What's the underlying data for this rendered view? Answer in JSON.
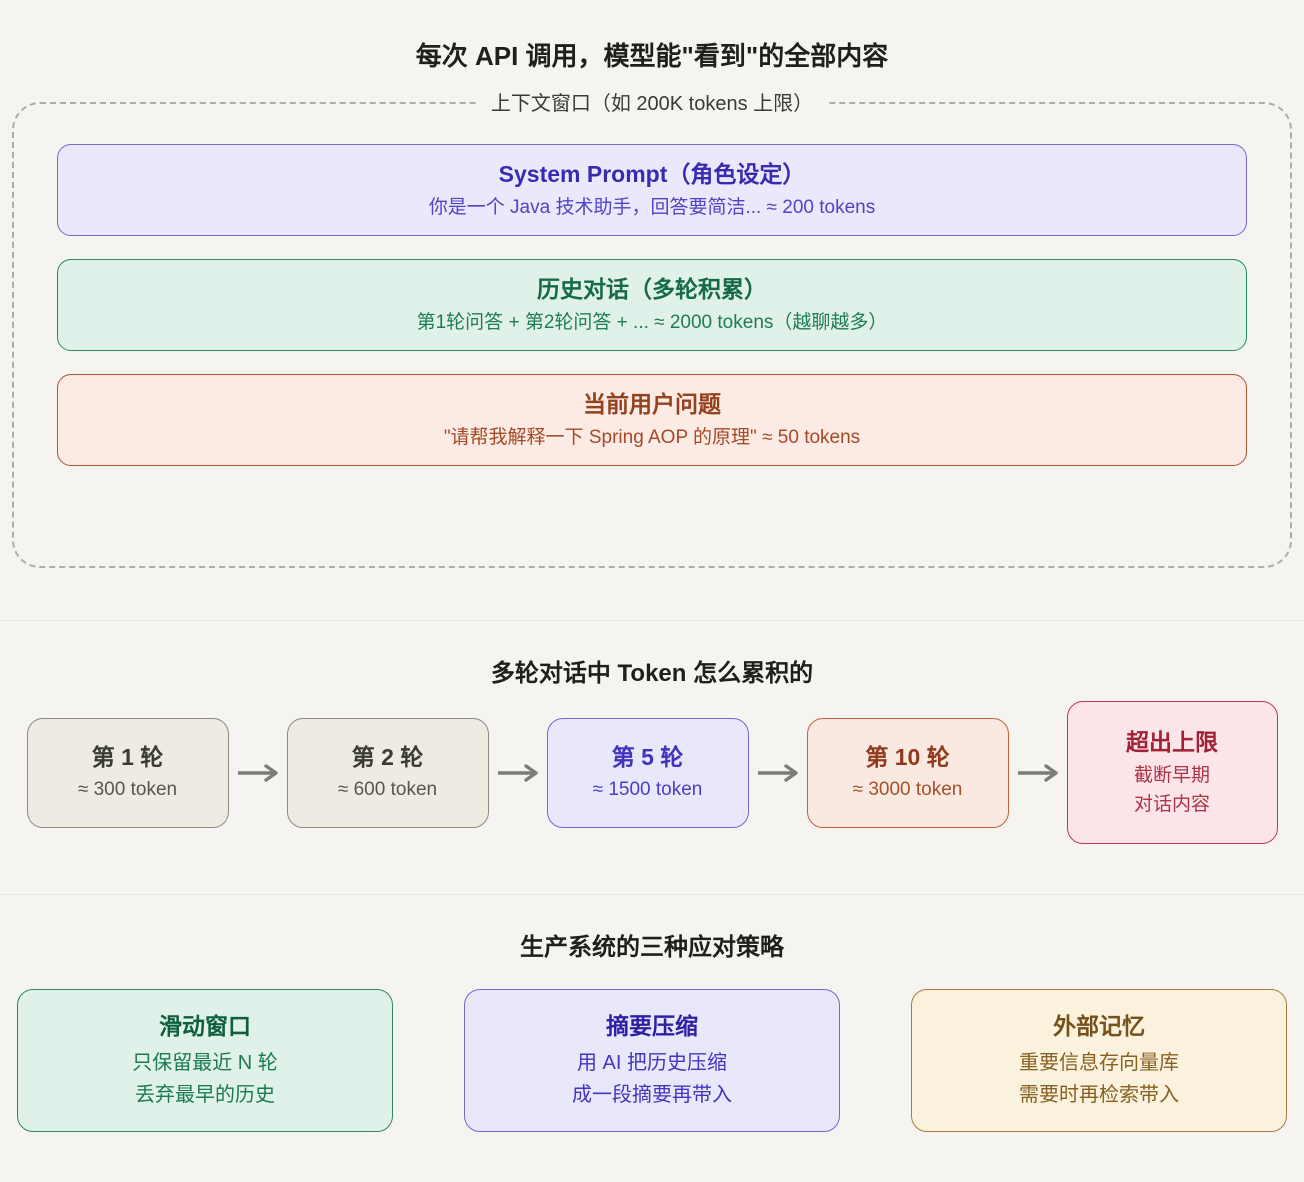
{
  "colors": {
    "page_background": "#f5f4f1",
    "dashed_border": "#aeadaa",
    "divider": "#e7e5e2",
    "purple_accent": "#7567ce",
    "green_accent": "#2e8a60",
    "red_accent": "#b35334",
    "crimson_accent": "#c03a4f",
    "gray_accent": "#8b8b80",
    "tan_accent": "#aa7c42",
    "arrow": "#7c7c76"
  },
  "section_context": {
    "title": "每次 API 调用，模型能\"看到\"的全部内容",
    "window_label": "上下文窗口（如 200K tokens 上限）",
    "boxes": [
      {
        "title": "System Prompt（角色设定）",
        "subtitle": "你是一个 Java 技术助手，回答要简洁... ≈ 200 tokens"
      },
      {
        "title": "历史对话（多轮积累）",
        "subtitle": "第1轮问答 + 第2轮问答 + ... ≈ 2000 tokens（越聊越多）"
      },
      {
        "title": "当前用户问题",
        "subtitle": "\"请帮我解释一下 Spring AOP 的原理\" ≈ 50 tokens"
      }
    ]
  },
  "section_accumulation": {
    "title": "多轮对话中 Token 怎么累积的",
    "steps": [
      {
        "title": "第 1 轮",
        "subtitle": "≈ 300 token"
      },
      {
        "title": "第 2 轮",
        "subtitle": "≈ 600 token"
      },
      {
        "title": "第 5 轮",
        "subtitle": "≈ 1500 token"
      },
      {
        "title": "第 10 轮",
        "subtitle": "≈ 3000 token"
      },
      {
        "title": "超出上限",
        "line1": "截断早期",
        "line2": "对话内容"
      }
    ]
  },
  "section_strategies": {
    "title": "生产系统的三种应对策略",
    "cards": [
      {
        "title": "滑动窗口",
        "line1": "只保留最近 N 轮",
        "line2": "丢弃最早的历史"
      },
      {
        "title": "摘要压缩",
        "line1": "用 AI 把历史压缩",
        "line2": "成一段摘要再带入"
      },
      {
        "title": "外部记忆",
        "line1": "重要信息存向量库",
        "line2": "需要时再检索带入"
      }
    ]
  }
}
